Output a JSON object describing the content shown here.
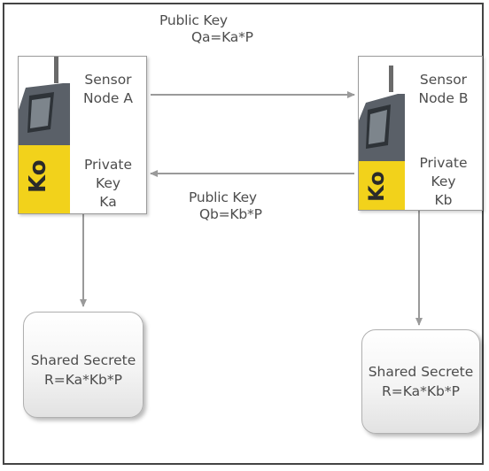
{
  "colors": {
    "arrow": "#9a9a9a",
    "device_body": "#5a6068",
    "device_label": "#f2d21b",
    "frame": "#444444"
  },
  "node_a": {
    "title_line1": "Sensor",
    "title_line2": "Node A",
    "key_line1": "Private Key",
    "key_line2": "Ka",
    "icon": "sensor-device-icon"
  },
  "node_b": {
    "title_line1": "Sensor",
    "title_line2": "Node B",
    "key_line1": "Private Key",
    "key_line2": "Kb",
    "icon": "sensor-device-icon"
  },
  "public_key_a": {
    "line1": "Public Key",
    "line2": "Qa=Ka*P"
  },
  "public_key_b": {
    "line1": "Public Key",
    "line2": "Qb=Kb*P"
  },
  "secret_a": {
    "line1": "Shared Secrete",
    "line2": "R=Ka*Kb*P"
  },
  "secret_b": {
    "line1": "Shared Secrete",
    "line2": "R=Ka*Kb*P"
  },
  "device_mark": "Ko"
}
